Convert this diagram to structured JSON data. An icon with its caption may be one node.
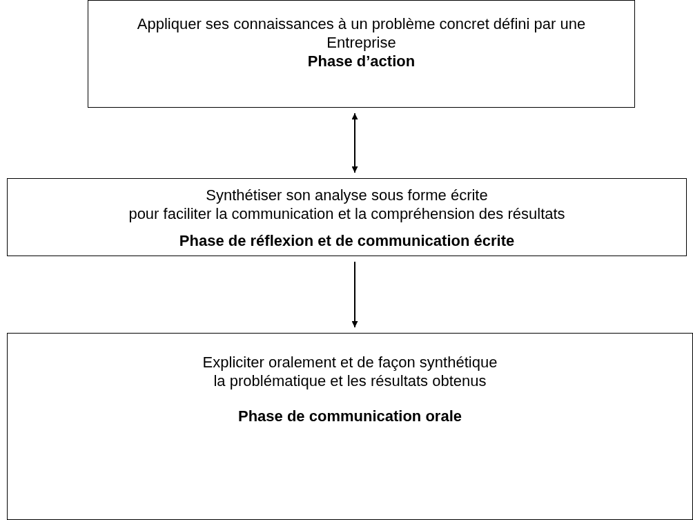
{
  "diagram": {
    "nodes": [
      {
        "text": [
          "Appliquer ses connaissances à un problème concret défini par une Entreprise",
          "Phase d’action"
        ]
      },
      {
        "text": [
          "Synthétiser son analyse sous forme écrite",
          "pour faciliter la communication et la compréhension des résultats",
          "Phase de réflexion et de communication écrite"
        ]
      },
      {
        "text": [
          "Expliciter oralement et de façon synthétique",
          "la problématique et les résultats obtenus",
          "Phase de communication orale"
        ]
      }
    ],
    "edges": [
      {
        "from": 0,
        "to": 1,
        "arrow": "both"
      },
      {
        "from": 1,
        "to": 2,
        "arrow": "to"
      }
    ]
  }
}
